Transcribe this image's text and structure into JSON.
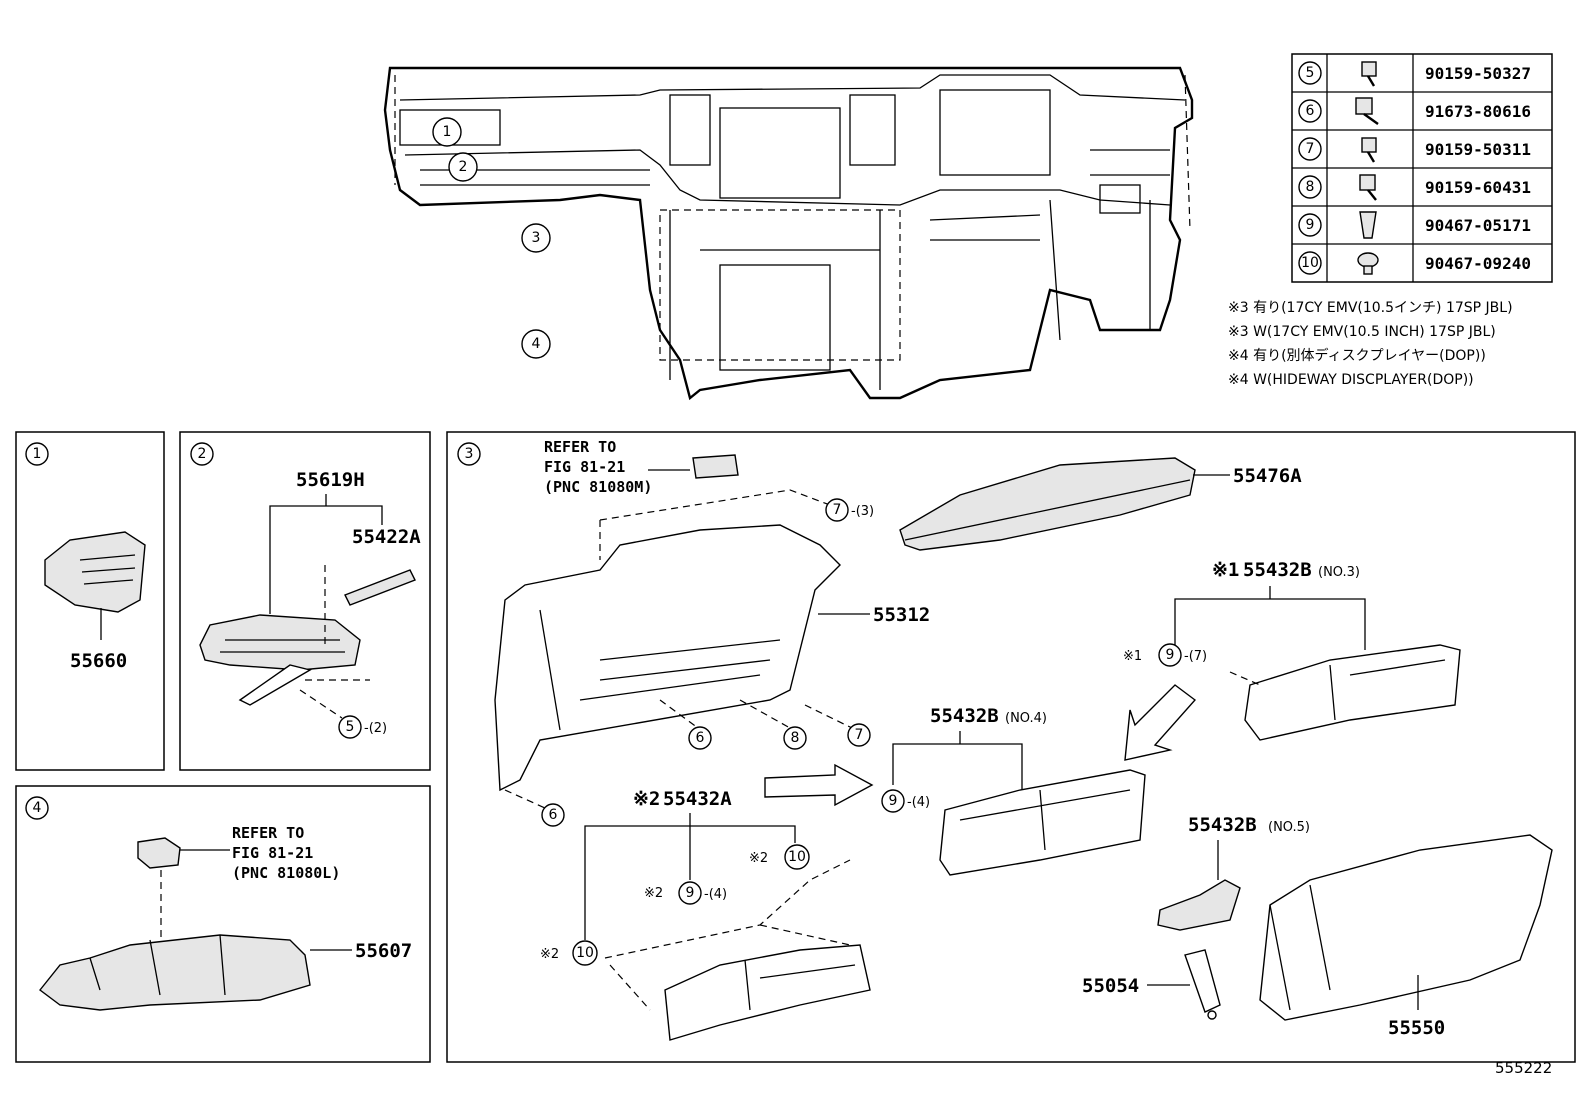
{
  "overview": {
    "callouts": [
      "1",
      "2",
      "3",
      "4"
    ]
  },
  "fastener_table": {
    "rows": [
      {
        "ref": "5",
        "part_no": "90159-50327"
      },
      {
        "ref": "6",
        "part_no": "91673-80616"
      },
      {
        "ref": "7",
        "part_no": "90159-50311"
      },
      {
        "ref": "8",
        "part_no": "90159-60431"
      },
      {
        "ref": "9",
        "part_no": "90467-05171"
      },
      {
        "ref": "10",
        "part_no": "90467-09240"
      }
    ]
  },
  "notes": [
    "※3 有り(17CY EMV(10.5インチ) 17SP JBL)",
    "※3 W(17CY EMV(10.5 INCH) 17SP JBL)",
    "※4 有り(別体ディスクプレイヤー(DOP))",
    "※4 W(HIDEWAY DISCPLAYER(DOP))"
  ],
  "panel1": {
    "id": "1",
    "part": "55660"
  },
  "panel2": {
    "id": "2",
    "part_main": "55619H",
    "part_sub": "55422A",
    "fastener": "5",
    "qty": "-(2)"
  },
  "panel4": {
    "id": "4",
    "refer": [
      "REFER TO",
      "FIG 81-21",
      "(PNC 81080L)"
    ],
    "part": "55607"
  },
  "panel3": {
    "id": "3",
    "refer": [
      "REFER TO",
      "FIG 81-21",
      "(PNC 81080M)"
    ],
    "p55476A": "55476A",
    "p55312": "55312",
    "p55432B_no3": {
      "prefix": "※1",
      "part": "55432B",
      "suffix": "(NO.3)"
    },
    "p55432B_no4": {
      "part": "55432B",
      "suffix": "(NO.4)"
    },
    "p55432B_no5": {
      "part": "55432B",
      "suffix": "(NO.5)"
    },
    "p55432A": {
      "prefix": "※2",
      "part": "55432A"
    },
    "p55054": "55054",
    "p55550": "55550",
    "c7_top": {
      "ref": "7",
      "qty": "-(3)"
    },
    "c6_mid": "6",
    "c8": "8",
    "c7_bot": "7",
    "c6_bot": "6",
    "c9_no3": {
      "prefix": "※1",
      "ref": "9",
      "qty": "-(7)"
    },
    "c9_no4": {
      "ref": "9",
      "qty": "-(4)"
    },
    "c10_a": {
      "prefix": "※2",
      "ref": "10"
    },
    "c9_a": {
      "prefix": "※2",
      "ref": "9",
      "qty": "-(4)"
    },
    "c10_b": {
      "prefix": "※2",
      "ref": "10"
    }
  },
  "page_code": "555222"
}
